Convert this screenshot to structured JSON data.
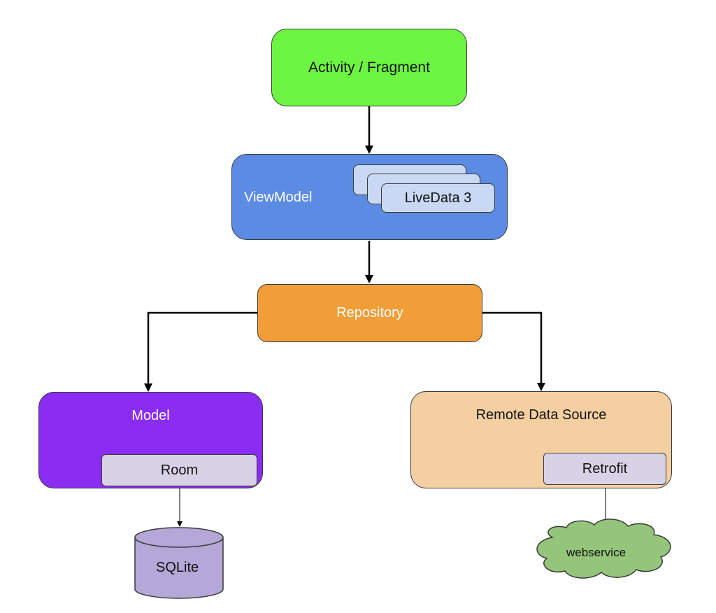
{
  "nodes": {
    "activity": {
      "label": "Activity / Fragment",
      "fill": "#6cf542"
    },
    "viewmodel": {
      "label": "ViewModel",
      "fill": "#5b8be2",
      "text_color": "#ffffff"
    },
    "livedata": {
      "label": "LiveData 3",
      "fill": "#c9d8f3"
    },
    "repository": {
      "label": "Repository",
      "fill": "#f19d38",
      "text_color": "#ffffff"
    },
    "model": {
      "label": "Model",
      "fill": "#8a2cf1",
      "text_color": "#ffffff"
    },
    "room": {
      "label": "Room",
      "fill": "#d8d2e6"
    },
    "remote": {
      "label": "Remote Data Source",
      "fill": "#f4cfa2"
    },
    "retrofit": {
      "label": "Retrofit",
      "fill": "#d8d2e6"
    },
    "sqlite": {
      "label": "SQLite",
      "fill": "#b5a8d8"
    },
    "webservice": {
      "label": "webservice",
      "fill": "#94c57a"
    }
  }
}
